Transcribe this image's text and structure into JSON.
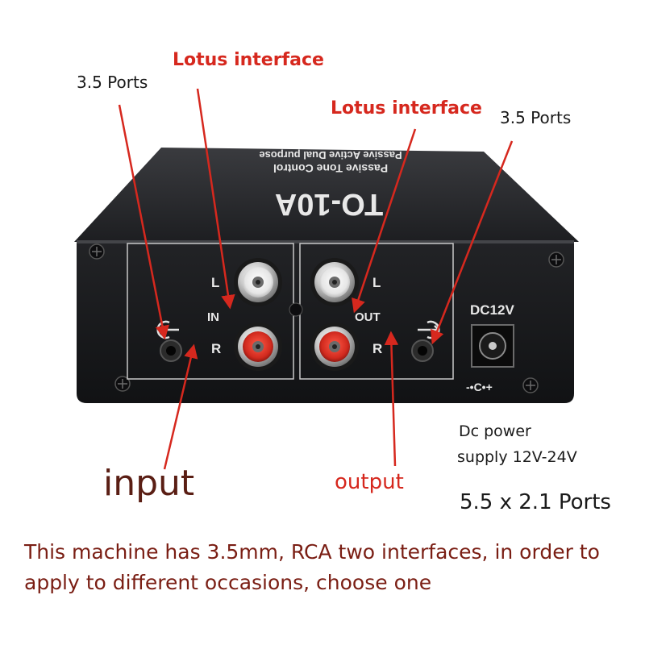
{
  "device": {
    "model": "TO-10A",
    "subtitle_line1": "Passive Tone Control",
    "subtitle_line2": "Passive Active Dual purpose",
    "left_channel": "L",
    "right_channel": "R",
    "in_label": "IN",
    "out_label": "OUT",
    "dc_label": "DC12V",
    "polarity": "-•C•+"
  },
  "callouts": {
    "lotus_left": "Lotus interface",
    "lotus_right": "Lotus interface",
    "port_left": "3.5 Ports",
    "port_right": "3.5 Ports",
    "input": "input",
    "output": "output",
    "dc_line1": "Dc power",
    "dc_line2": "supply 12V-24V",
    "dc_size": "5.5 x 2.1 Ports"
  },
  "description": {
    "line1": "This machine has 3.5mm, RCA two interfaces, in order to",
    "line2": "apply to different occasions, choose one"
  },
  "colors": {
    "accent_red": "#d6281e",
    "body_black": "#1c1c1e",
    "rca_white": "#f2f2f2",
    "rca_red": "#c8241b"
  }
}
